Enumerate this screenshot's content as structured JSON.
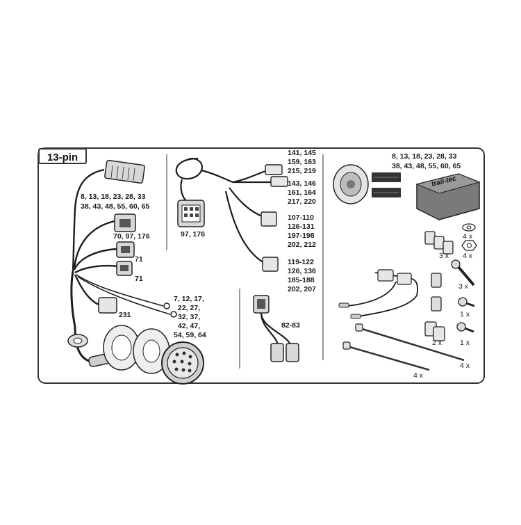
{
  "title": "13-pin",
  "labels": {
    "harness_plug": [
      "8, 13, 18, 23, 28, 33",
      "38, 43, 48, 55, 60, 65"
    ],
    "conn_70": "70, 97, 176",
    "conn_71a": "71",
    "conn_71b": "71",
    "conn_231": "231",
    "ground": [
      "7, 12, 17,",
      "22, 27,",
      "32, 37,",
      "42, 47,",
      "54, 59, 64"
    ],
    "socket_97": "97, 176",
    "group1": [
      "141, 145",
      "159, 163",
      "215, 219"
    ],
    "group2": [
      "143, 146",
      "161, 164",
      "217, 220"
    ],
    "group3": [
      "107-110",
      "126-131",
      "197-198",
      "202, 212"
    ],
    "group4": [
      "119-122",
      "126, 136",
      "185-188",
      "202, 207"
    ],
    "adapter": "82-83",
    "module": [
      "8, 13, 18, 23, 28, 33",
      "38, 43, 48, 55, 60, 65"
    ],
    "module_brand": "trail-tec"
  },
  "quantities": {
    "clips": "3 x",
    "washer": "4 x",
    "nut": "4 x",
    "screw_long": "3 x",
    "screw_small": "1 x",
    "screw_flat": "1 x",
    "connector": "2 x",
    "tie_short": "4 x",
    "tie_long": "4 x"
  },
  "colors": {
    "frame": "#333333",
    "wire": "#1c1c1c",
    "part_fill": "#d8d8d8",
    "module_fill": "#7a7a7a"
  }
}
